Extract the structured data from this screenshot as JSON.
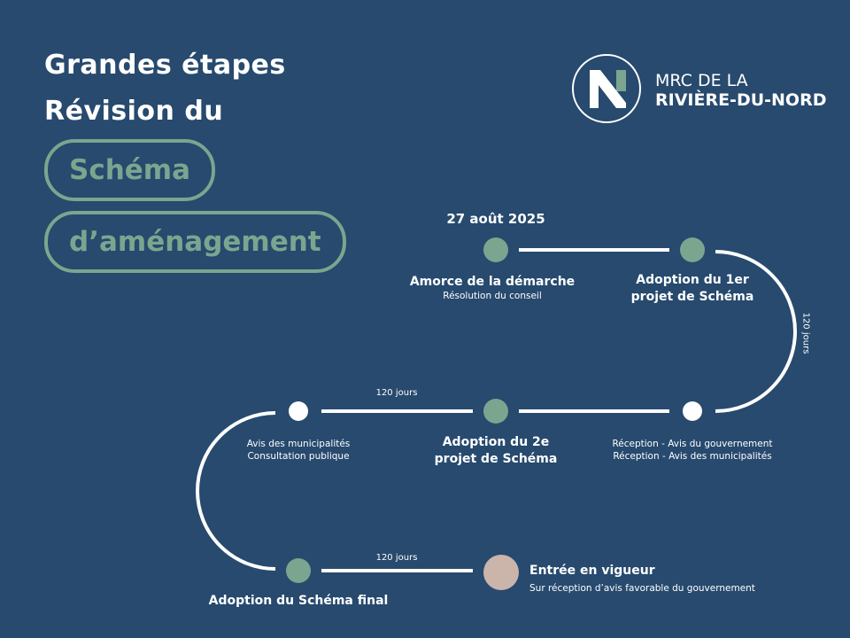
{
  "header": {
    "title_line1": "Grandes étapes",
    "title_line2": "Révision du",
    "pill1": "Schéma",
    "pill2": "d’aménagement"
  },
  "logo": {
    "line1": "MRC DE LA",
    "line2": "RIVIÈRE-DU-NORD",
    "letter": "N"
  },
  "colors": {
    "background": "#274a6e",
    "green": "#7ba58f",
    "beige": "#cbb5ab",
    "white": "#ffffff"
  },
  "timeline": {
    "date": "27 août 2025",
    "steps": [
      {
        "type": "green",
        "title": "Amorce de la démarche",
        "subtitle": "Résolution du conseil"
      },
      {
        "type": "green",
        "title_l1": "Adoption du 1er",
        "title_l2": "projet de Schéma"
      },
      {
        "type": "white",
        "sub_l1": "Réception - Avis du gouvernement",
        "sub_l2": "Réception - Avis des municipalités"
      },
      {
        "type": "green",
        "title_l1": "Adoption du 2e",
        "title_l2": "projet de Schéma"
      },
      {
        "type": "white",
        "sub_l1": "Avis des municipalités",
        "sub_l2": "Consultation publique"
      },
      {
        "type": "green",
        "title": "Adoption du Schéma final"
      },
      {
        "type": "beige",
        "title": "Entrée en vigueur",
        "subtitle": "Sur réception d’avis favorable du gouvernement"
      }
    ],
    "durations": [
      "120 jours",
      "120 jours",
      "120 jours"
    ]
  }
}
